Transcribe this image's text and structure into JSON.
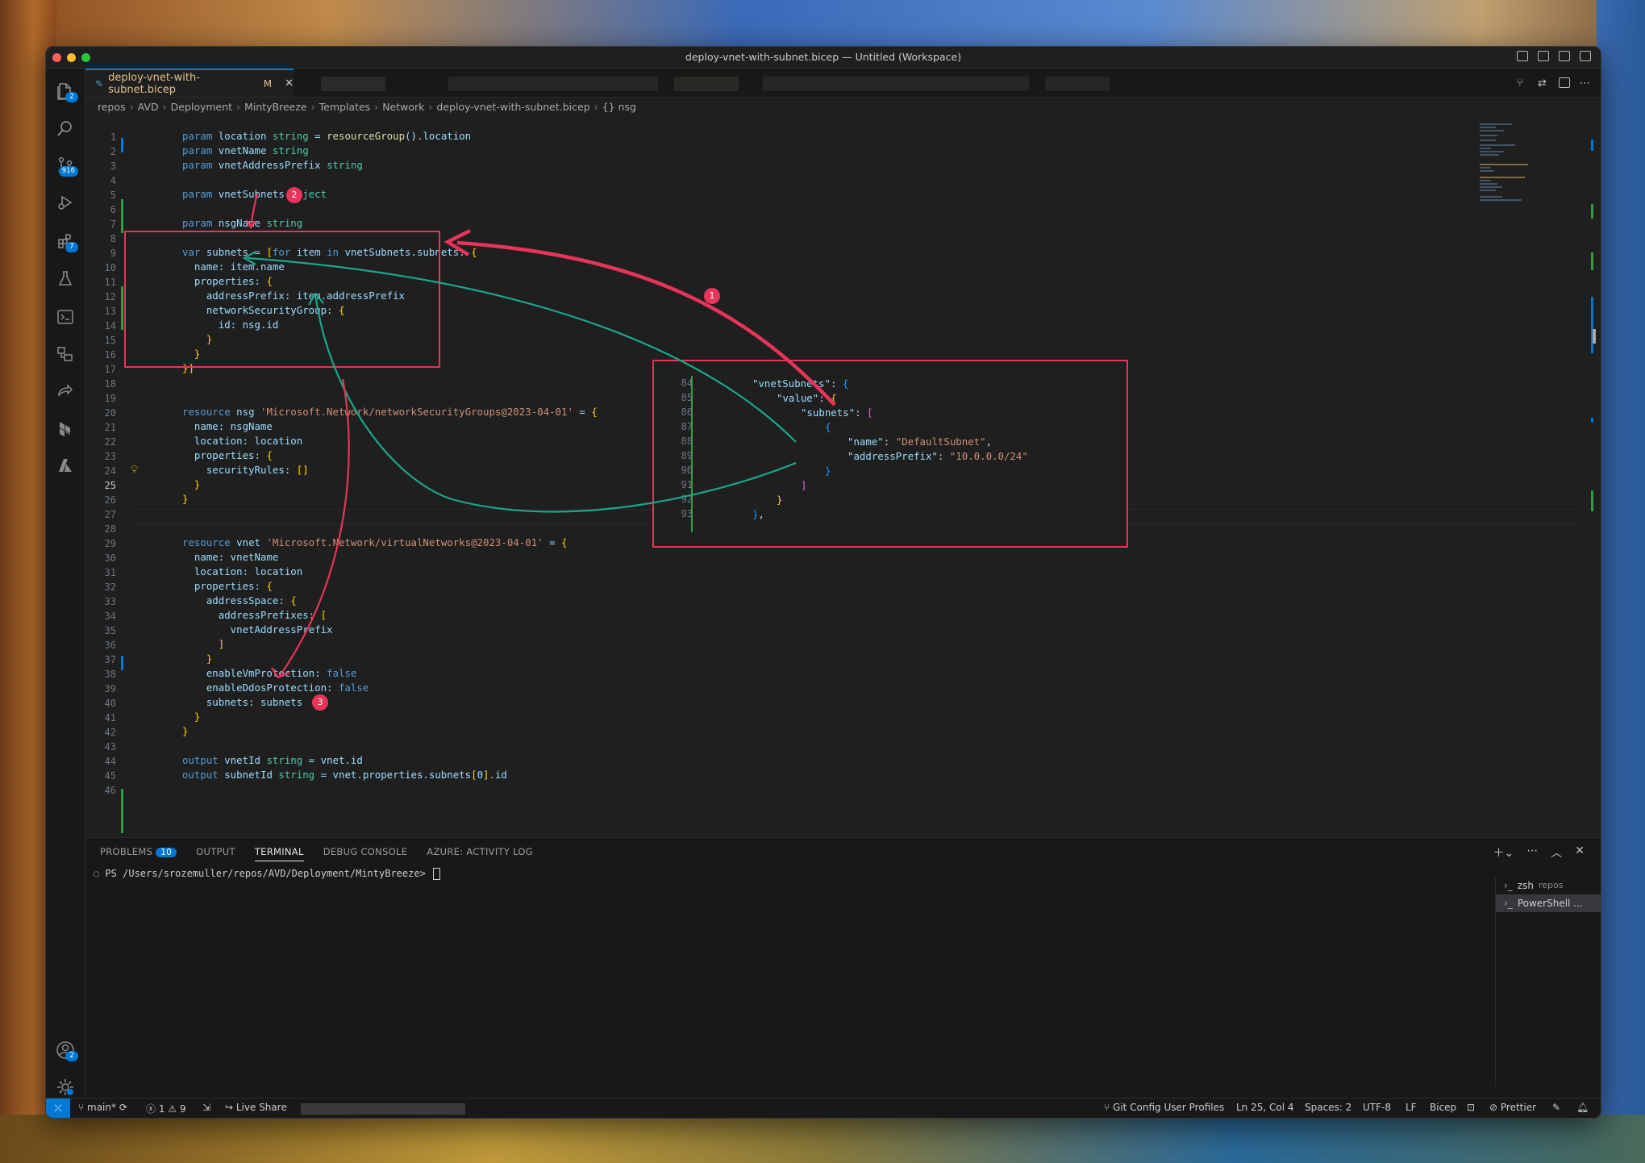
{
  "window": {
    "title": "deploy-vnet-with-subnet.bicep — Untitled (Workspace)"
  },
  "activity_bar": {
    "badges": {
      "explorer": "2",
      "source_control": "916",
      "extensions": "7",
      "accounts": "2"
    }
  },
  "tab": {
    "filename": "deploy-vnet-with-subnet.bicep",
    "modified": "M"
  },
  "breadcrumb": [
    "repos",
    "AVD",
    "Deployment",
    "MintyBreeze",
    "Templates",
    "Network",
    "deploy-vnet-with-subnet.bicep",
    "{} nsg"
  ],
  "code_lines": [
    "param location string = resourceGroup().location",
    "param vnetName string",
    "param vnetAddressPrefix string",
    "",
    "param vnetSubnets object",
    "",
    "param nsgName string",
    "",
    "var subnets = [for item in vnetSubnets.subnets: {",
    "  name: item.name",
    "  properties: {",
    "    addressPrefix: item.addressPrefix",
    "    networkSecurityGroup: {",
    "      id: nsg.id",
    "    }",
    "  }",
    "}]",
    "",
    "",
    "resource nsg 'Microsoft.Network/networkSecurityGroups@2023-04-01' = {",
    "  name: nsgName",
    "  location: location",
    "  properties: {",
    "    securityRules: []",
    "  }",
    "}",
    "",
    "",
    "resource vnet 'Microsoft.Network/virtualNetworks@2023-04-01' = {",
    "  name: vnetName",
    "  location: location",
    "  properties: {",
    "    addressSpace: {",
    "      addressPrefixes: [",
    "        vnetAddressPrefix",
    "      ]",
    "    }",
    "    enableVmProtection: false",
    "    enableDdosProtection: false",
    "    subnets: subnets",
    "  }",
    "}",
    "",
    "output vnetId string = vnet.id",
    "output subnetId string = vnet.properties.subnets[0].id",
    ""
  ],
  "line_numbers": [
    "1",
    "2",
    "3",
    "4",
    "5",
    "6",
    "7",
    "8",
    "9",
    "10",
    "11",
    "12",
    "13",
    "14",
    "15",
    "16",
    "17",
    "18",
    "19",
    "20",
    "21",
    "22",
    "23",
    "24",
    "25",
    "26",
    "27",
    "28",
    "29",
    "30",
    "31",
    "32",
    "33",
    "34",
    "35",
    "36",
    "37",
    "38",
    "39",
    "40",
    "41",
    "42",
    "43",
    "44",
    "45",
    "46"
  ],
  "active_line": "25",
  "json_panel": {
    "line_numbers": [
      "84",
      "85",
      "86",
      "87",
      "88",
      "89",
      "90",
      "91",
      "92",
      "93"
    ],
    "lines": {
      "l84_key": "\"vnetSubnets\"",
      "l85_key": "\"value\"",
      "l86_key": "\"subnets\"",
      "l88_key": "\"name\"",
      "l88_val": "\"DefaultSubnet\"",
      "l89_key": "\"addressPrefix\"",
      "l89_val": "\"10.0.0.0/24\""
    }
  },
  "annotations": {
    "badge1": "1",
    "badge2": "2",
    "badge3": "3"
  },
  "panel": {
    "tabs": [
      "PROBLEMS",
      "OUTPUT",
      "TERMINAL",
      "DEBUG CONSOLE",
      "AZURE: ACTIVITY LOG"
    ],
    "problems_count": "10",
    "active_tab": "TERMINAL",
    "terminal_prompt": "PS /Users/srozemuller/repos/AVD/Deployment/MintyBreeze>",
    "terminals": [
      {
        "name": "zsh",
        "sub": "repos"
      },
      {
        "name": "PowerShell ...",
        "sub": ""
      }
    ]
  },
  "status_bar": {
    "branch": "main*",
    "errors": "1",
    "warnings": "9",
    "live_share": "Live Share",
    "git_config": "Git Config User Profiles",
    "position": "Ln 25, Col 4",
    "spaces": "Spaces: 2",
    "encoding": "UTF-8",
    "eol": "LF",
    "language": "Bicep",
    "prettier": "Prettier"
  },
  "colors": {
    "accent": "#0078d4",
    "annotation_red": "#e8345a",
    "annotation_green": "#1aa88a",
    "editor_bg": "#1f1f1f"
  }
}
